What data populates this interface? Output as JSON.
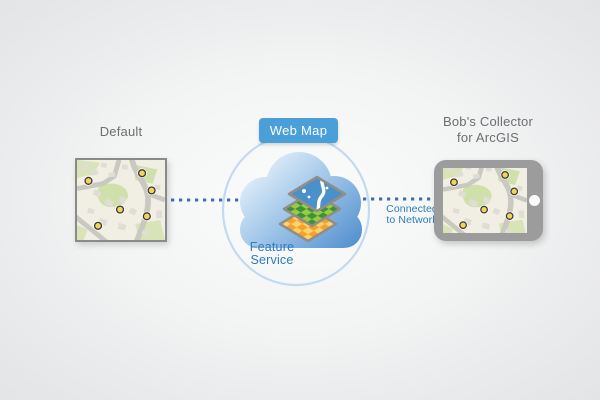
{
  "left_map": {
    "label": "Default"
  },
  "cloud": {
    "button_label": "Web Map",
    "caption": "Feature Service"
  },
  "connection": {
    "line1": "Connected",
    "line2": "to Network"
  },
  "device": {
    "label_line1": "Bob's Collector",
    "label_line2": "for ArcGIS"
  },
  "colors": {
    "button_blue": "#4B9FD9",
    "text_blue": "#2B7CBF",
    "label_gray": "#6D6E71",
    "dotted_line_blue": "#3F6DB5",
    "ring_blue": "#C2DAF1",
    "cloud_light": "#F0F7FD",
    "cloud_dark": "#5793D0",
    "marker_yellow": "#F2D45C",
    "tablet_gray": "#9C9C9C",
    "map_background": "#F1EEE3",
    "layer_green_light": "#9CCB3D",
    "layer_green_dark": "#3E9140",
    "layer_orange": "#F5A12E",
    "layer_orange_light": "#FDD26A",
    "layer_blue": "#4A90CB"
  },
  "icons": {
    "cloud": "cloud-icon",
    "layers": "map-layers-icon",
    "marker": "map-marker-icon",
    "minimap": "street-map-thumbnail",
    "tablet": "tablet-device-icon",
    "home_button": "home-button-icon"
  }
}
